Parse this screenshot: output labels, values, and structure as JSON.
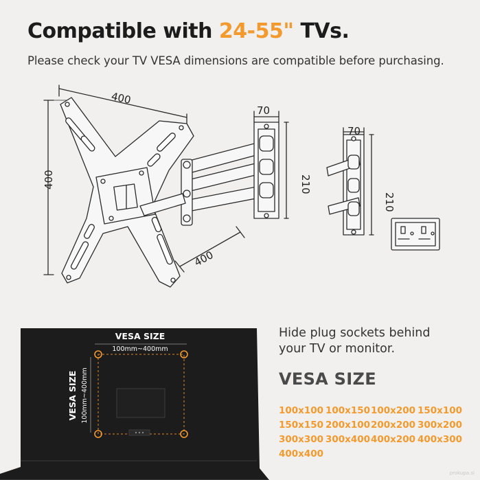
{
  "header": {
    "title_prefix": "Compatible with ",
    "title_accent": "24-55\"",
    "title_suffix": " TVs.",
    "subtitle": "Please check your TV VESA dimensions are compatible before purchasing."
  },
  "diagram": {
    "plate_width": "400",
    "plate_height": "400",
    "arm_reach": "400",
    "wall_plate_width": "70",
    "wall_plate_height": "210",
    "folded_plate_width": "70",
    "folded_plate_height": "210"
  },
  "tv_panel": {
    "vesa_title": "VESA SIZE",
    "vesa_range": "100mm~400mm",
    "vesa_title_vertical": "VESA SIZE",
    "vesa_range_vertical": "100mm~400mm"
  },
  "info": {
    "hide_line1": "Hide plug sockets behind",
    "hide_line2": "your TV or monitor.",
    "vesa_heading": "VESA SIZE",
    "sizes": [
      "100x100",
      "100x150",
      "100x200",
      "150x100",
      "150x150",
      "200x100",
      "200x200",
      "300x200",
      "300x300",
      "300x400",
      "400x200",
      "400x300",
      "400x400"
    ]
  },
  "watermark": "prokupa.si",
  "colors": {
    "accent": "#f29a2e",
    "background": "#f1f0ef",
    "tv_panel": "#1c1c1c",
    "line": "#2a2a2a"
  }
}
